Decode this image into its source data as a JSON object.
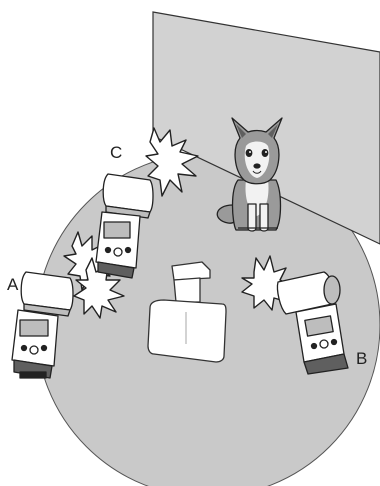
{
  "labels": {
    "flash_a": "A",
    "flash_b": "B",
    "flash_c": "C"
  },
  "colors": {
    "floor": "#c9c9c9",
    "wall": "#d2d2d2",
    "outline": "#222222",
    "flash_body": "#ffffff",
    "flash_shade": "#bdbdbd",
    "dog_fur": "#9a9a9a",
    "dog_dark": "#5f5f5f"
  }
}
